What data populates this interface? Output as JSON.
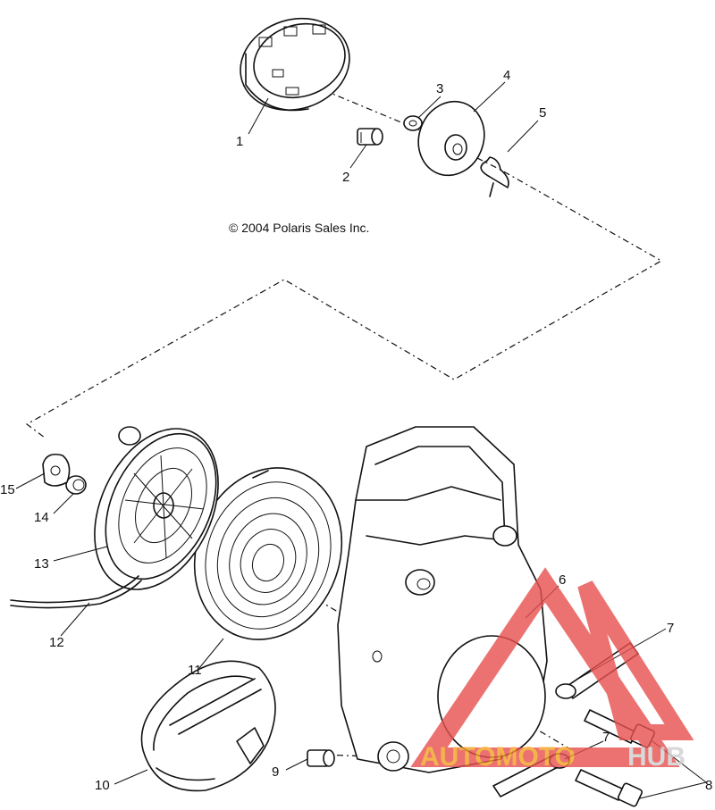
{
  "copyright": "© 2004 Polaris Sales Inc.",
  "callouts": [
    "1",
    "2",
    "3",
    "4",
    "5",
    "6",
    "7",
    "7",
    "8",
    "9",
    "10",
    "11",
    "12",
    "13",
    "14",
    "15"
  ],
  "watermark": {
    "word_a": "AUTOMOTO",
    "word_b": "HUB",
    "color_a": "#f2a21f",
    "color_b": "#cfcfcf",
    "logo_color": "#e8504f"
  }
}
